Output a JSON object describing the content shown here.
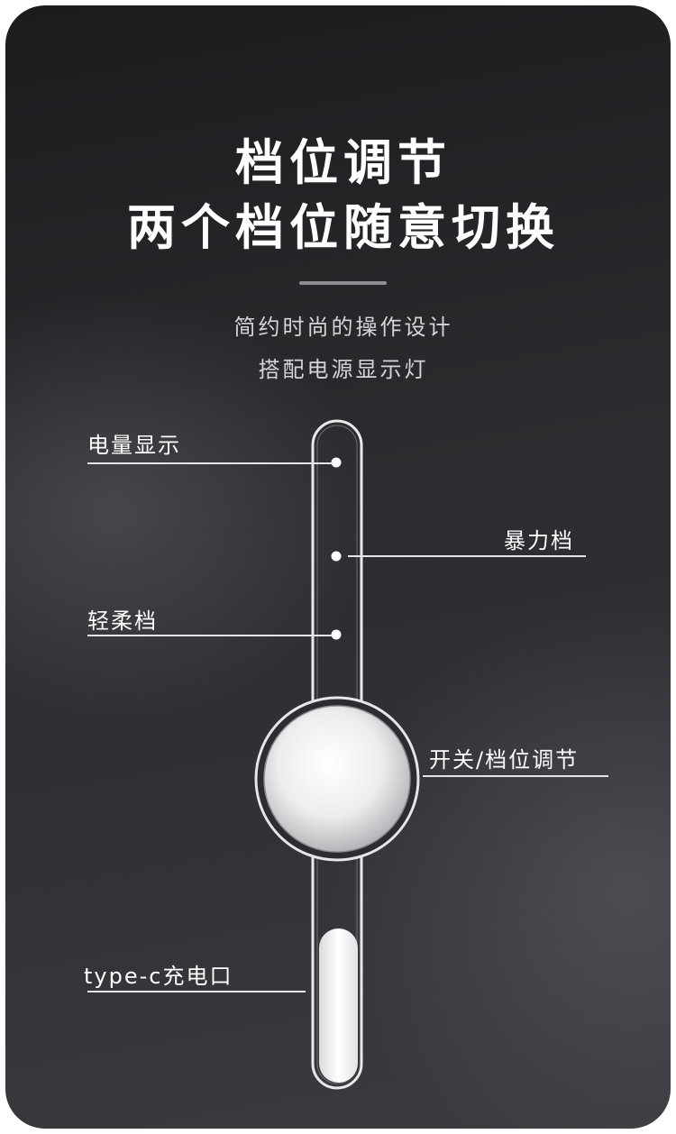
{
  "heading": {
    "line1": "档位调节",
    "line2": "两个档位随意切换"
  },
  "subheading": {
    "line1": "简约时尚的操作设计",
    "line2": "搭配电源显示灯"
  },
  "callouts": {
    "battery": "电量显示",
    "power_mode": "暴力档",
    "gentle_mode": "轻柔档",
    "switch": "开关/档位调节",
    "charging_port": "type-c充电口"
  },
  "colors": {
    "background_dark": "#1b1c1e",
    "text": "#ffffff",
    "subtext": "#d4d5d8",
    "divider": "#8e8f93"
  }
}
